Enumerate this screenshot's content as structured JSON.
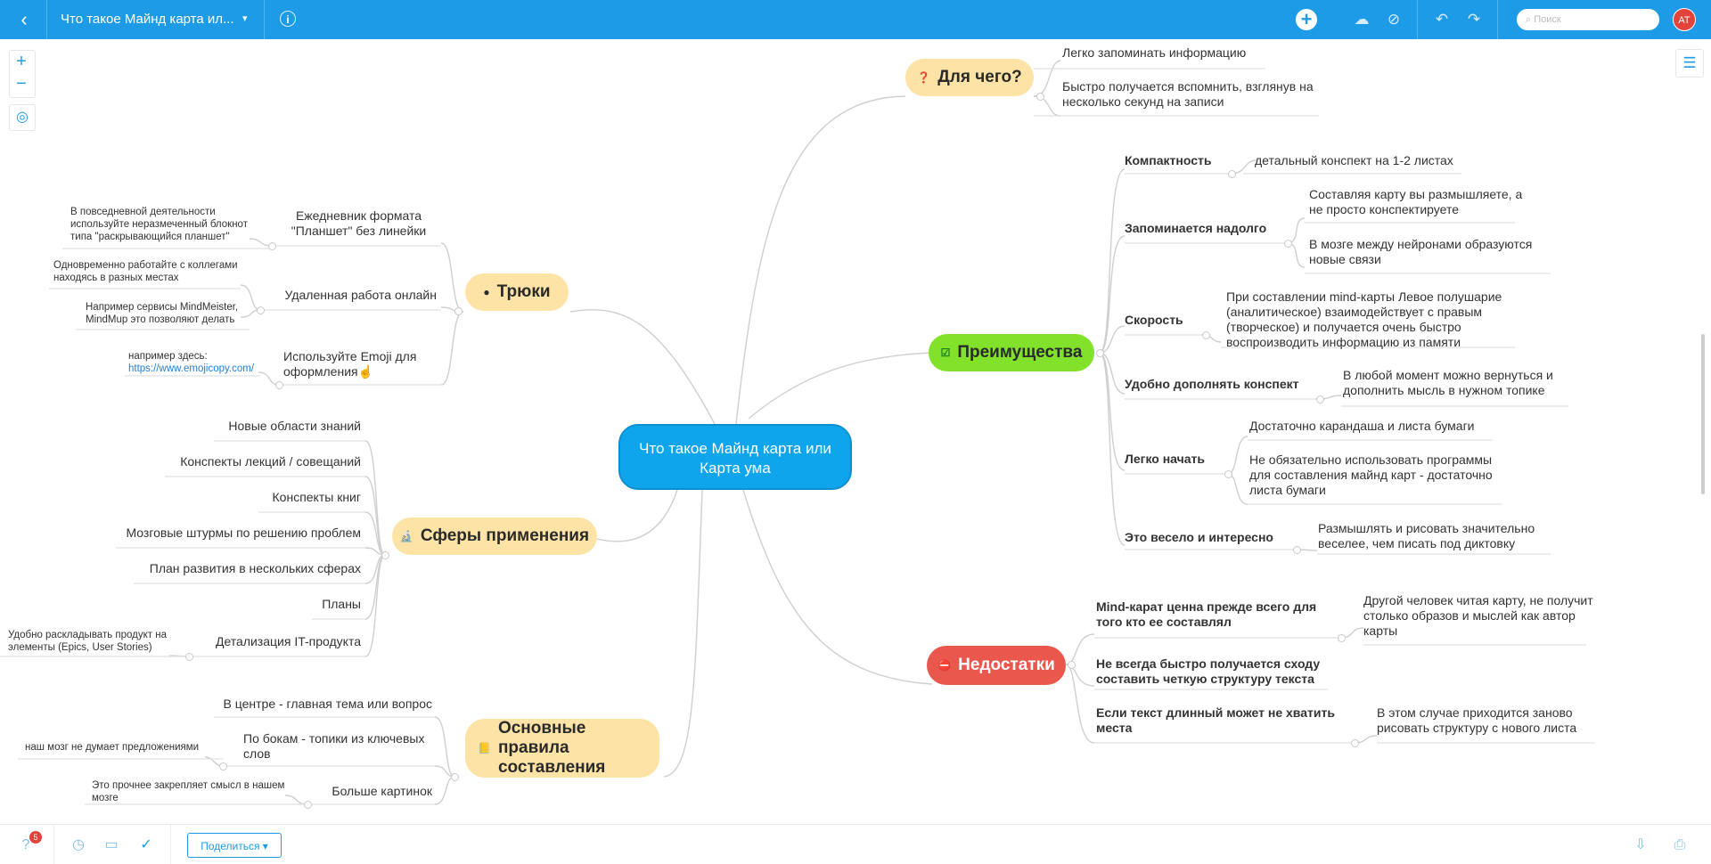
{
  "topbar": {
    "title": "Что такое Майнд карта ил...",
    "info": "i",
    "add": "+",
    "search_placeholder": "Поиск",
    "avatar": "AT",
    "icons": [
      "back-icon",
      "info-icon",
      "add-icon",
      "cloud-sync-icon",
      "disable-icon",
      "undo-icon",
      "redo-icon",
      "search-icon"
    ]
  },
  "controls": {
    "zoom_in": "+",
    "zoom_out": "−",
    "locate": "◎",
    "menu": "☰"
  },
  "bottombar": {
    "share": "Поделиться",
    "badge": "5"
  },
  "map": {
    "central": "Что такое Майнд карта или Карта ума",
    "why": {
      "title": "Для чего?",
      "items": [
        "Легко запоминать информацию",
        "Быстро получается вспомнить, взглянув на несколько секунд на записи"
      ]
    },
    "advantages": {
      "title": "Преимущества",
      "groups": [
        {
          "label": "Компактность",
          "notes": [
            "детальный конспект на 1-2 листах"
          ]
        },
        {
          "label": "Запоминается надолго",
          "notes": [
            "Составляя карту вы размышляете, а не просто конспектируете",
            "В мозге между нейронами образуются новые связи"
          ]
        },
        {
          "label": "Скорость",
          "notes": [
            "При составлении mind-карты Левое полушарие (аналитическое) взаимодействует с правым (творческое) и получается очень быстро воспроизводить информацию из памяти"
          ]
        },
        {
          "label": "Удобно дополнять конспект",
          "notes": [
            "В любой момент можно вернуться и дополнить мысль в нужном топике"
          ]
        },
        {
          "label": "Легко начать",
          "notes": [
            "Достаточно карандаша и листа бумаги",
            "Не обязательно использовать программы для составления майнд карт - достаточно листа бумаги"
          ]
        },
        {
          "label": "Это весело и интересно",
          "notes": [
            "Размышлять и рисовать значительно веселее, чем писать под диктовку"
          ]
        }
      ]
    },
    "disadvantages": {
      "title": "Недостатки",
      "groups": [
        {
          "label": "Mind-карат ценна прежде всего для того кто ее составлял",
          "notes": [
            "Другой человек читая карту, не получит столько образов и мыслей как автор карты"
          ]
        },
        {
          "label": "Не всегда быстро получается сходу составить четкую структуру текста",
          "notes": []
        },
        {
          "label": "Если текст длинный может не хватить места",
          "notes": [
            "В этом случае приходится заново рисовать структуру с нового листа"
          ]
        }
      ]
    },
    "tricks": {
      "title": "Трюки",
      "items": [
        {
          "label": "Ежедневник формата \"Планшет\" без линейки",
          "notes": [
            "В повседневной деятельности используйте неразмеченный блокнот типа \"раскрывающийся планшет\""
          ]
        },
        {
          "label": "Удаленная работа онлайн",
          "notes": [
            "Одновременно работайте с коллегами находясь в разных местах",
            "Например сервисы MindMeister, MindMup это позволяют делать"
          ]
        },
        {
          "label": "Используйте Emoji для оформления☝",
          "notes": [
            "например здесь:",
            "https://www.emojicopy.com/"
          ]
        }
      ]
    },
    "spheres": {
      "title": "Сферы применения",
      "items": [
        "Новые области знаний",
        "Конспекты лекций / совещаний",
        "Конспекты книг",
        "Мозговые штурмы по решению проблем",
        "План развития в нескольких сферах",
        "Планы",
        "Детализация IT-продукта"
      ],
      "note": "Удобно раскладывать продукт на элементы (Epics, User Stories)"
    },
    "rules": {
      "title": "Основные правила составления",
      "items": [
        "В центре - главная тема или вопрос",
        "По бокам - топики из ключевых слов",
        "Больше картинок"
      ],
      "notes": [
        "наш мозг не думает предложениями",
        "Это прочнее закрепляет смысл в нашем мозге"
      ]
    }
  },
  "colors": {
    "topbar": "#1e9be6",
    "central": "#0ea5ec",
    "why": "#fde4a6",
    "advantages": "#82e12a",
    "disadvantages": "#e9574d",
    "tricks": "#fde4a6",
    "spheres": "#fde4a6",
    "rules": "#fde4a6"
  }
}
